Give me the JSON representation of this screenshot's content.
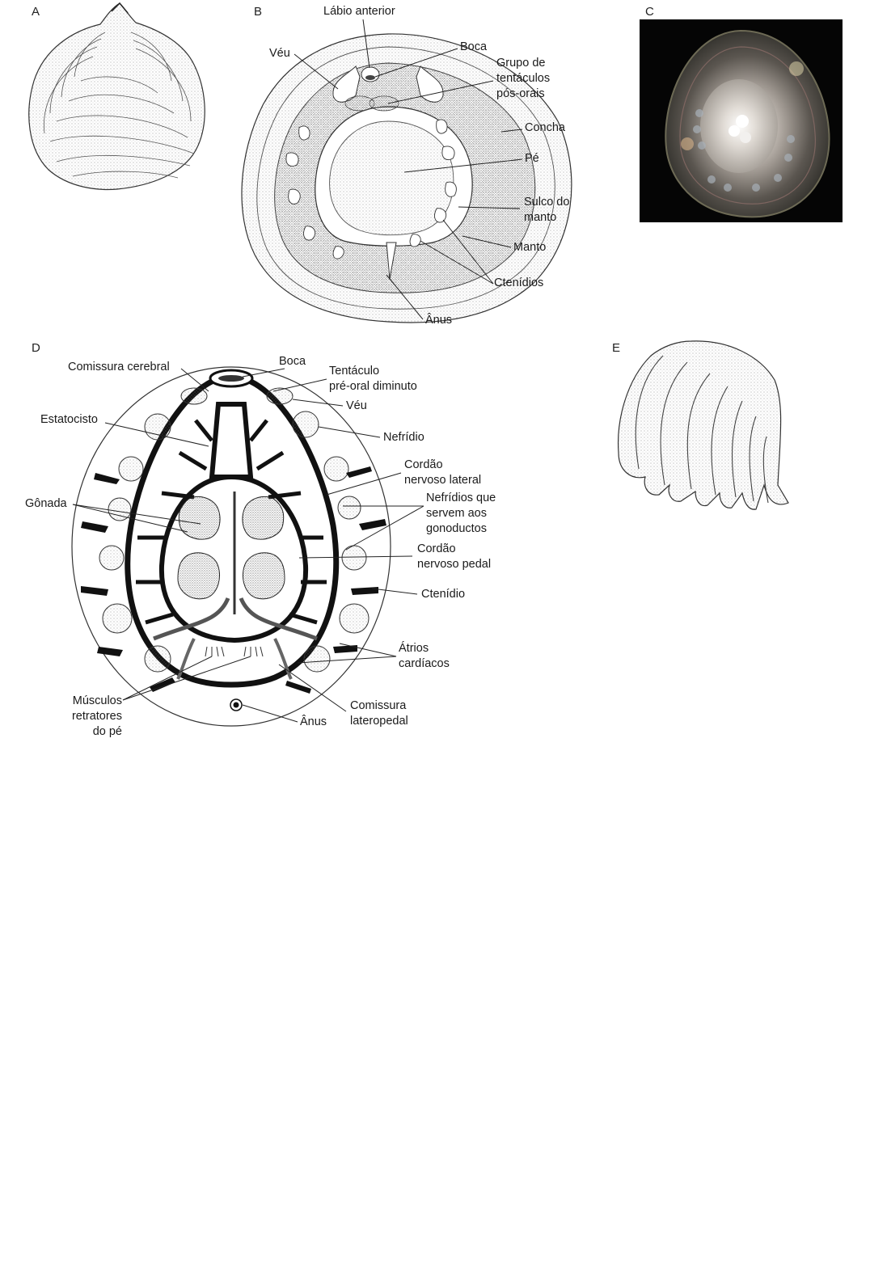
{
  "panels": {
    "A": {
      "letter": "A",
      "subject": "shell-drawing"
    },
    "B": {
      "letter": "B",
      "labels": {
        "labio_anterior": "Lábio anterior",
        "veu": "Véu",
        "boca": "Boca",
        "grupo_tentaculos_1": "Grupo de",
        "grupo_tentaculos_2": "tentáculos",
        "grupo_tentaculos_3": "pós-orais",
        "concha": "Concha",
        "pe": "Pé",
        "sulco_1": "Sulco do",
        "sulco_2": "manto",
        "manto": "Manto",
        "ctenidios": "Ctenídios",
        "anus": "Ânus"
      }
    },
    "C": {
      "letter": "C",
      "subject": "photograph-ventral-view",
      "background": "#050505"
    },
    "D": {
      "letter": "D",
      "labels": {
        "comissura_cerebral": "Comissura cerebral",
        "boca": "Boca",
        "tentaculo_1": "Tentáculo",
        "tentaculo_2": "pré-oral diminuto",
        "veu": "Véu",
        "estatocisto": "Estatocisto",
        "nefridio": "Nefrídio",
        "cordao_lateral_1": "Cordão",
        "cordao_lateral_2": "nervoso lateral",
        "gonada": "Gônada",
        "nefridios_gon_1": "Nefrídios que",
        "nefridios_gon_2": "servem aos",
        "nefridios_gon_3": "gonoductos",
        "cordao_pedal_1": "Cordão",
        "cordao_pedal_2": "nervoso pedal",
        "ctenidio": "Ctenídio",
        "atrios_1": "Átrios",
        "atrios_2": "cardíacos",
        "musculos_1": "Músculos",
        "musculos_2": "retratores",
        "musculos_3": "do pé",
        "anus": "Ânus",
        "comissura_lat_1": "Comissura",
        "comissura_lat_2": "lateropedal"
      }
    },
    "E": {
      "letter": "E",
      "subject": "ctenidium-drawing"
    }
  }
}
